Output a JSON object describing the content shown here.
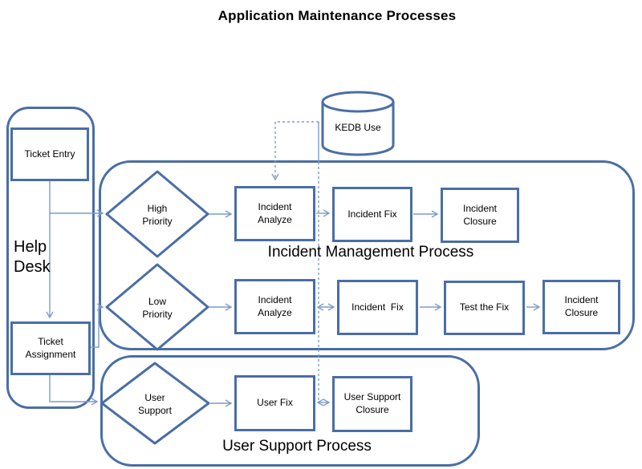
{
  "title": "Application Maintenance Processes",
  "colors": {
    "shape_border": "#4a6ea6",
    "connector": "#7e9cc8",
    "text": "#000000",
    "background": "#ffffff"
  },
  "help_desk": {
    "label": "Help Desk",
    "steps": [
      "Ticket Entry",
      "Ticket Assignment"
    ]
  },
  "kedb": {
    "label": "KEDB Use"
  },
  "incident_management": {
    "label": "Incident Management Process",
    "rows": [
      {
        "decision": "High Priority",
        "steps": [
          "Incident Analyze",
          "Incident Fix",
          "Incident Closure"
        ]
      },
      {
        "decision": "Low Priority",
        "steps": [
          "Incident Analyze",
          "Incident  Fix",
          "Test the Fix",
          "Incident Closure"
        ]
      }
    ]
  },
  "user_support": {
    "label": "User Support Process",
    "decision": "User Support",
    "steps": [
      "User Fix",
      "User Support Closure"
    ]
  }
}
